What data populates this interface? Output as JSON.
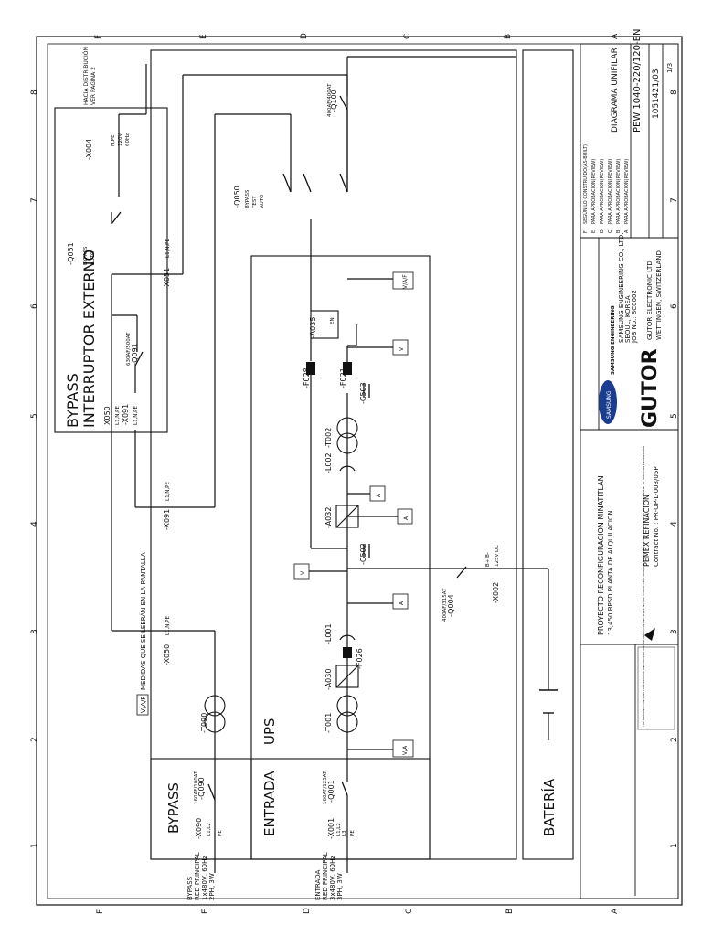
{
  "grid": {
    "letters": [
      "F",
      "E",
      "D",
      "C",
      "B",
      "A"
    ],
    "numbers": [
      "1",
      "2",
      "3",
      "4",
      "5",
      "6",
      "7",
      "8"
    ]
  },
  "sections": {
    "bypass": "BYPASS",
    "entrada": "ENTRADA",
    "ups": "UPS",
    "bateria": "BATERÍA",
    "bypass_ext_1": "BYPASS",
    "bypass_ext_2": "INTERRUPTOR EXTERNO"
  },
  "legend": {
    "tag": "V/A/F",
    "text": "MEDIDAS QUE SE LEERÁN EN LA PANTALLA"
  },
  "inputs": {
    "bypass": {
      "l1": "BYPASS",
      "l2": "RED PRINCIPAL",
      "l3": "1x480V, 60Hz",
      "l4": "2PH, 3W"
    },
    "entrada": {
      "l1": "ENTRADA",
      "l2": "RED PRINCIPAL",
      "l3": "3x480V, 60Hz",
      "l4": "3PH, 3W"
    }
  },
  "components": {
    "x090": "-X090",
    "q090": "-Q090",
    "q090_rating": "160AF/100AT",
    "x090_pins": "L1,L2",
    "pe": "PE",
    "x001": "-X001",
    "q001": "-Q001",
    "q001_rating": "160AF/125AT",
    "x001_pins_1": "L1,L2",
    "x001_pins_2": "L3",
    "t090": "-T090",
    "t001": "-T001",
    "t002": "-T002",
    "a030": "-A030",
    "a032": "-A032",
    "a035": "-A035",
    "l001": "-L001",
    "l002": "-L002",
    "f026": "-F026",
    "f028": "-F028",
    "f021": "-F021",
    "c502": "-C502",
    "c503": "-C503",
    "x050_main": "-X050",
    "x050_pins": "L1,N,PE",
    "x091_main": "-X091",
    "x091_pins": "L1,N,PE",
    "x051_main": "-X051",
    "x051_pins": "L1,N,PE",
    "q004": "-Q004",
    "q004_rating": "400AF/315AT",
    "x002": "-X002",
    "x002_pins": "B+,B-",
    "x002_volt": "125V DC",
    "q050": "-Q050",
    "q050_l1": "BYPASS",
    "q050_l2": "TEST",
    "q050_l3": "AUTO",
    "q100": "-Q100",
    "q100_rating": "400AF/400AT",
    "q051": "-Q051",
    "q051_l1": "BYPASS",
    "q051_l2": "AUTO",
    "x004": "-X004",
    "x004_pins": "N,PE",
    "x004_volt": "120V",
    "x004_freq": "60Hz",
    "dist_1": "HACIA DISTRIBUCIÓN",
    "dist_2": "VER PÁGINA 2",
    "x050_ext": "X050",
    "x050_ext_pins": "L1,N,PE",
    "x091_ext": "-X091",
    "x091_ext_pins": "L1,N,PE",
    "q091": "-Q091",
    "q091_rating": "630AF/500AT",
    "en": "EN"
  },
  "meters": {
    "va": "V/A",
    "v": "V",
    "a": "A",
    "vaf": "V/A/F"
  },
  "title_block": {
    "project_1": "PROYECTO RECONFIGURACION MINATITLAN",
    "project_2": "13,450 BPSD PLANTA DE ALQUILACION",
    "client_1": "PEMEX REFINACION",
    "client_2": "Contract No. :  PR-OP-L-003/05P",
    "samsung_1": "SAMSUNG ENGINEERING CO., LTD.",
    "samsung_2": "SEOUL, KOREA",
    "samsung_3": "JOB No.: SC0002",
    "samsung_logo": "SAMSUNG",
    "samsung_eng": "SAMSUNG ENGINEERING",
    "gutor_logo": "GUTOR",
    "gutor_1": "GUTOR ELECTRONIC LTD",
    "gutor_2": "WETTINGEN, SWITZERLAND",
    "doc_title": "DIAGRAMA UNIFILAR",
    "doc_no": "PEW 1040-220/120-EN",
    "doc_no_2": "1051421/03",
    "sheet": "1/3",
    "confidential": "THE DRAWING CONTAINS CONFIDENTIAL AND PROPRIETARY INFORMATION AND SHALL NOT BE COPIED OR OTHERWISE DISCLOSED WITHOUT THE EXPRESS WRITTEN CONSENT OF SAMSUNG ENGINEERING",
    "revisions": [
      {
        "rev": "F",
        "desc": "SEGÚN LO CONSTRUIDO(AS-BUILT)"
      },
      {
        "rev": "E",
        "desc": "PARA APROBACION(REVIEW)"
      },
      {
        "rev": "D",
        "desc": "PARA APROBACION(REVIEW)"
      },
      {
        "rev": "C",
        "desc": "PARA APROBACION(REVIEW)"
      },
      {
        "rev": "B",
        "desc": "PARA APROBACION(REVIEW)"
      },
      {
        "rev": "A",
        "desc": "PARA APROBACION(REVIEW)"
      }
    ]
  }
}
